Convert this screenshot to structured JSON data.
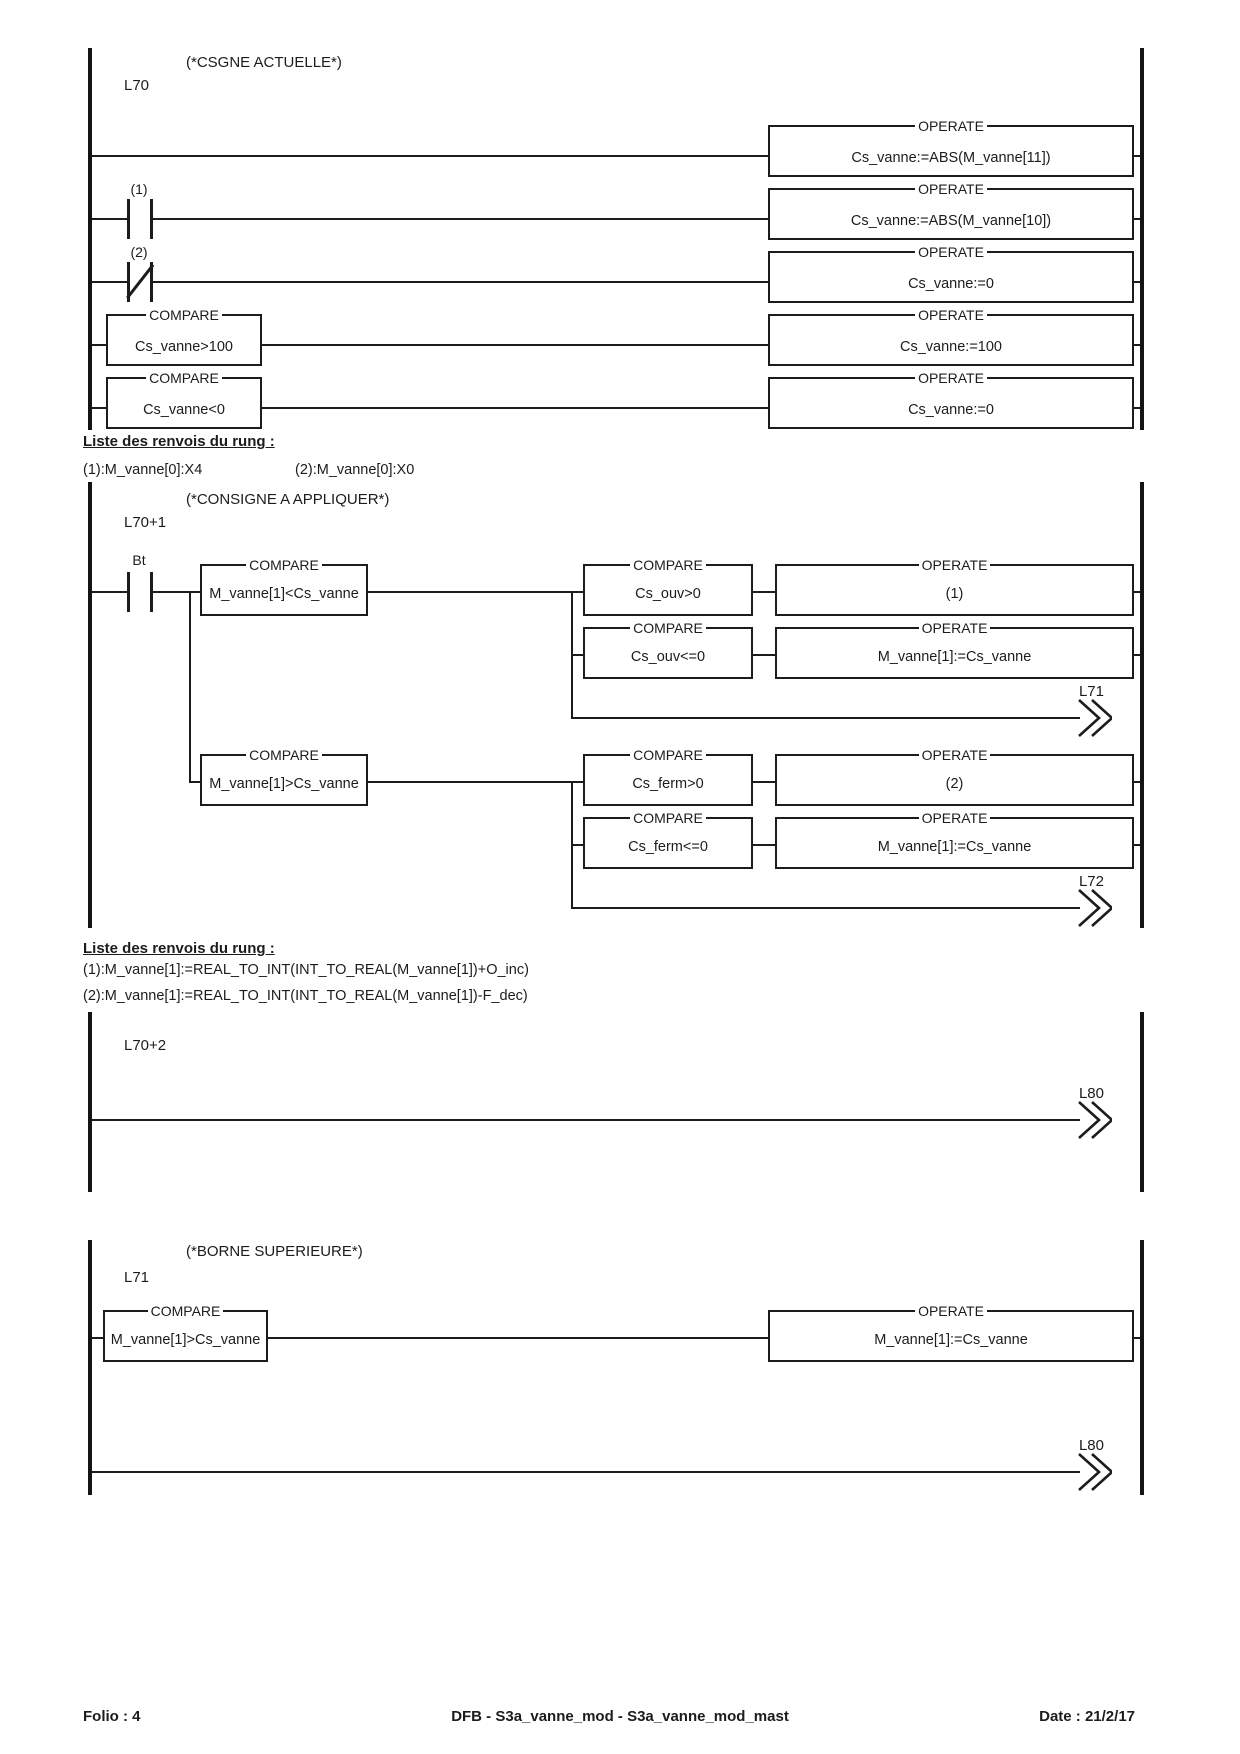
{
  "titles": {
    "compare": "COMPARE",
    "operate": "OPERATE"
  },
  "rung1": {
    "comment": "(*CSGNE ACTUELLE*)",
    "label": "L70",
    "contact1_ref": "(1)",
    "contact2_ref": "(2)",
    "compare1": "Cs_vanne>100",
    "compare2": "Cs_vanne<0",
    "operate1": "Cs_vanne:=ABS(M_vanne[11])",
    "operate2": "Cs_vanne:=ABS(M_vanne[10])",
    "operate3": "Cs_vanne:=0",
    "operate4": "Cs_vanne:=100",
    "operate5": "Cs_vanne:=0",
    "renvois_title": "Liste des renvois du rung :",
    "renvoi1": "(1):M_vanne[0]:X4",
    "renvoi2": "(2):M_vanne[0]:X0"
  },
  "rung2": {
    "comment": "(*CONSIGNE A APPLIQUER*)",
    "label": "L70+1",
    "contact": "Bt",
    "compare_open": "M_vanne[1]<Cs_vanne",
    "compare_close": "M_vanne[1]>Cs_vanne",
    "compare_ouv_gt": "Cs_ouv>0",
    "compare_ouv_le": "Cs_ouv<=0",
    "compare_ferm_gt": "Cs_ferm>0",
    "compare_ferm_le": "Cs_ferm<=0",
    "operate_inc": "(1)",
    "operate_apply1": "M_vanne[1]:=Cs_vanne",
    "operate_dec": "(2)",
    "operate_apply2": "M_vanne[1]:=Cs_vanne",
    "jump1": "L71",
    "jump2": "L72",
    "renvois_title": "Liste des renvois du rung :",
    "renvoi1": "(1):M_vanne[1]:=REAL_TO_INT(INT_TO_REAL(M_vanne[1])+O_inc)",
    "renvoi2": "(2):M_vanne[1]:=REAL_TO_INT(INT_TO_REAL(M_vanne[1])-F_dec)"
  },
  "rung3": {
    "label": "L70+2",
    "jump": "L80"
  },
  "rung4": {
    "comment": "(*BORNE SUPERIEURE*)",
    "label": "L71",
    "compare": "M_vanne[1]>Cs_vanne",
    "operate": "M_vanne[1]:=Cs_vanne",
    "jump": "L80"
  },
  "footer": {
    "folio": "Folio : 4",
    "title": "DFB - S3a_vanne_mod - S3a_vanne_mod_mast",
    "date": "Date : 21/2/17"
  }
}
